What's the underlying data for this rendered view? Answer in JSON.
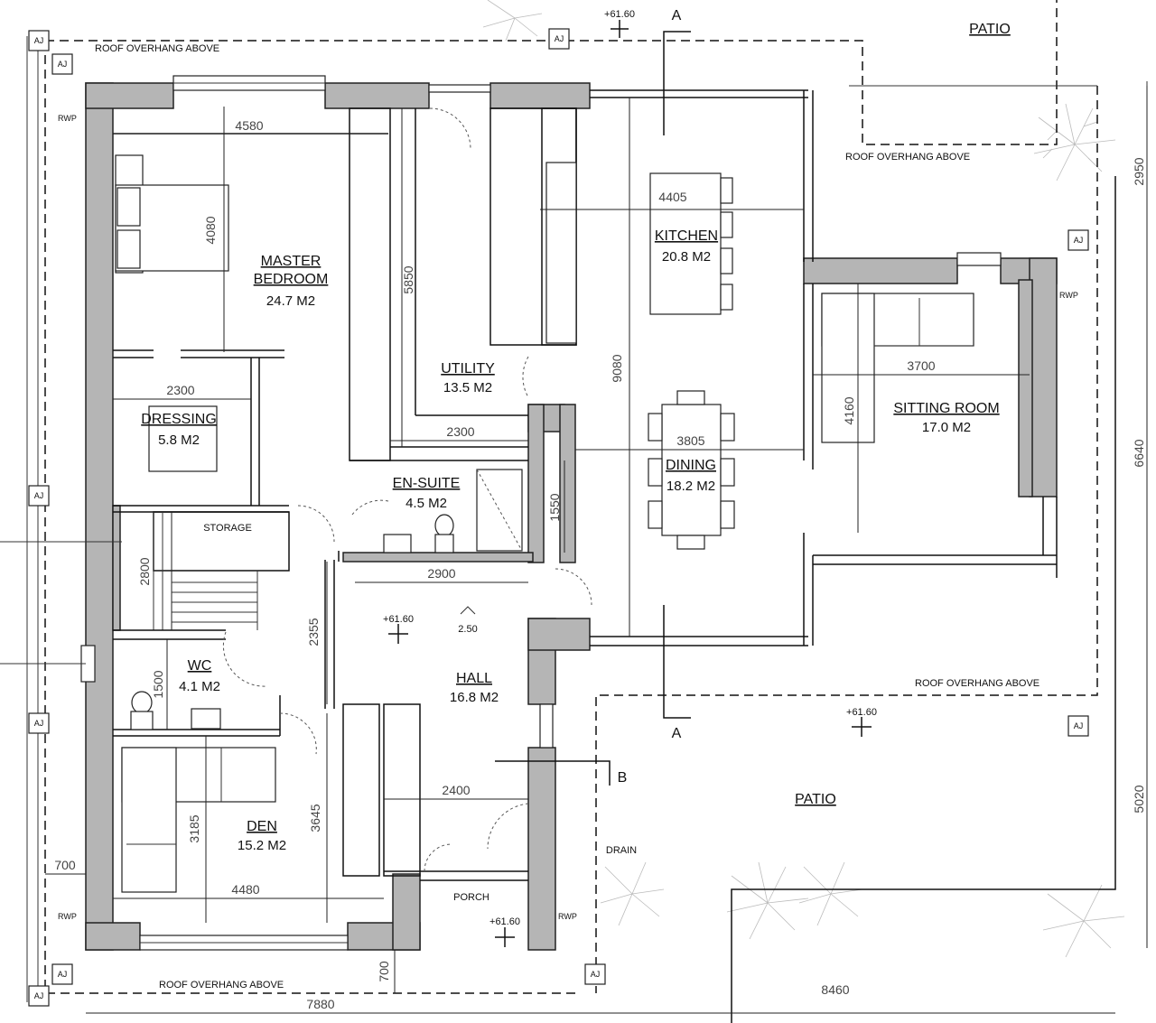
{
  "rooms": {
    "master_bedroom": {
      "name_line1": "MASTER",
      "name_line2": "BEDROOM",
      "area": "24.7 M2"
    },
    "kitchen": {
      "name": "KITCHEN",
      "area": "20.8 M2"
    },
    "sitting_room": {
      "name": "SITTING ROOM",
      "area": "17.0 M2"
    },
    "utility": {
      "name": "UTILITY",
      "area": "13.5 M2"
    },
    "dressing": {
      "name": "DRESSING",
      "area": "5.8 M2"
    },
    "en_suite": {
      "name": "EN-SUITE",
      "area": "4.5 M2"
    },
    "dining": {
      "name": "DINING",
      "area": "18.2 M2"
    },
    "storage": {
      "name": "STORAGE"
    },
    "wc": {
      "name": "WC",
      "area": "4.1 M2"
    },
    "hall": {
      "name": "HALL",
      "area": "16.8 M2"
    },
    "den": {
      "name": "DEN",
      "area": "15.2 M2"
    },
    "porch": {
      "name": "PORCH"
    }
  },
  "exterior": {
    "patio_top": "PATIO",
    "patio_bottom": "PATIO",
    "drain": "DRAIN",
    "roof_overhang": "ROOF OVERHANG ABOVE",
    "rwp": "RWP",
    "aj": "AJ"
  },
  "levels": {
    "floor_level": "+61.60",
    "step": "2.50"
  },
  "section_marks": {
    "a": "A",
    "b": "B"
  },
  "dimensions": {
    "d4580": "4580",
    "d4080": "4080",
    "d5850": "5850",
    "d4405": "4405",
    "d2300a": "2300",
    "d2300b": "2300",
    "d9080": "9080",
    "d3700": "3700",
    "d4160": "4160",
    "d3805": "3805",
    "d1550": "1550",
    "d2800": "2800",
    "d2900": "2900",
    "d2355": "2355",
    "d1500": "1500",
    "d2400": "2400",
    "d3185": "3185",
    "d3645": "3645",
    "d4480": "4480",
    "d700a": "700",
    "d700b": "700",
    "d7880": "7880",
    "d8460": "8460",
    "d2950": "2950",
    "d6640": "6640",
    "d5020": "5020"
  }
}
